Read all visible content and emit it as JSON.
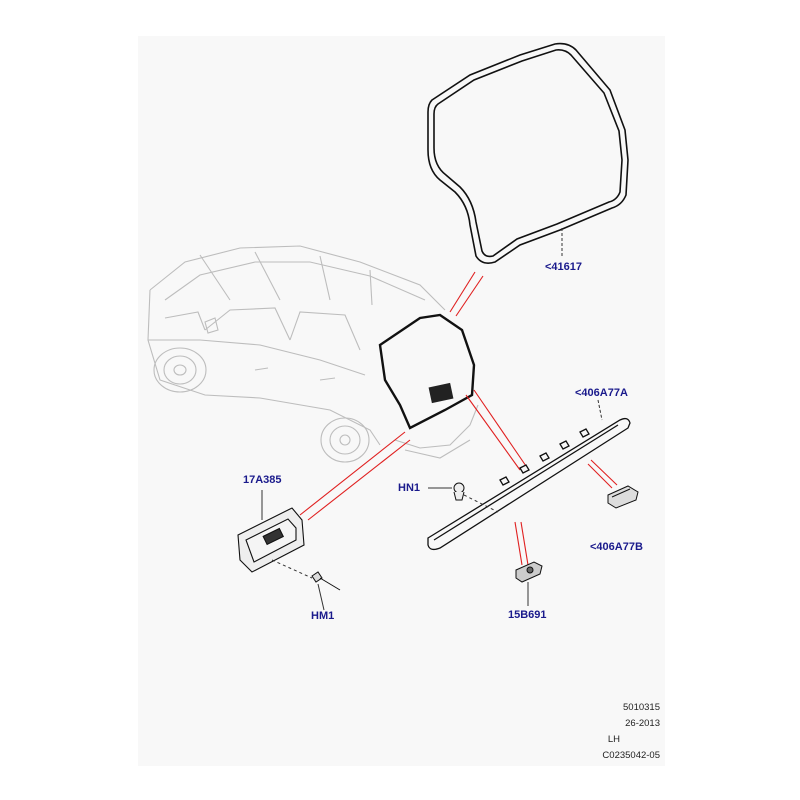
{
  "callouts": {
    "seal": "<41617",
    "spoiler_a": "<406A77A",
    "spoiler_b": "<406A77B",
    "hn1": "HN1",
    "plate": "17A385",
    "hm1": "HM1",
    "lamp": "15B691"
  },
  "footer": {
    "line1": "5010315",
    "line2": "26-2013",
    "line3": "LH",
    "line4": "C0235042-05"
  },
  "colors": {
    "callout_text": "#1a1a8c",
    "leader_red": "#e02020",
    "part_outline": "#111111",
    "vehicle_outline": "#bdbdbd",
    "sheet_bg": "#f8f8f8"
  }
}
